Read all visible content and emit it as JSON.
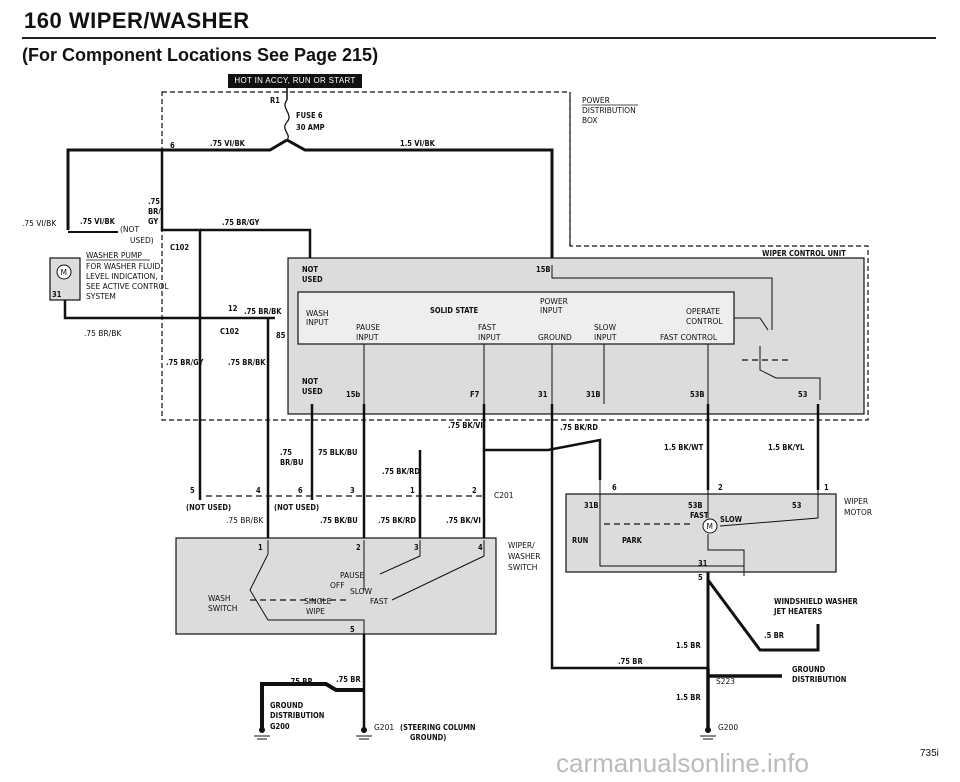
{
  "header": {
    "title": "160  WIPER/WASHER",
    "subtitle": "(For Component Locations See Page 215)",
    "banner": "HOT IN ACCY, RUN OR START"
  },
  "power_box": {
    "label_1": "POWER",
    "label_2": "DISTRIBUTION",
    "label_3": "BOX",
    "r1": "R1",
    "fuse": "FUSE 6",
    "fuse_amp": "30 AMP"
  },
  "wires": {
    "w_vibk_075": ".75 VI/BK",
    "w_vibk_15": "1.5 VI/BK",
    "w_vibk_left": ".75 VI/BK",
    "w_vibk_left2": ".75 VI/BK",
    "w_br_gy_1": ".75",
    "w_br_gy_2": "BR/",
    "w_br_gy_3": "GY",
    "not_used_1": "(NOT",
    "not_used_2": "USED)",
    "w_brgy_top": ".75 BR/GY",
    "c102_a": "C102",
    "c102_b": "C102",
    "w_brbk_12": ".75 BR/BK",
    "w_br_left": ".75 BR/BK",
    "w_brgy_left": ".75 BR/GY",
    "w_brbk_mid": ".75 BR/BK",
    "pin12": "12",
    "pin85": "85",
    "w_bkvi": ".75 BK/VI",
    "w_bkrd": ".75 BK/RD",
    "w_075": ".75",
    "w_brbu": "BR/BU",
    "w_blkbu": "75 BLK/BU",
    "w_bkrd2": ".75 BK/RD",
    "w_bkwt": "1.5 BK/WT",
    "w_bkyl": "1.5 BK/YL",
    "c201": "C201",
    "w_brbk_sw": ".75 BR/BK",
    "w_bkbu_sw": ".75 BK/BU",
    "w_bkrd_sw": ".75 BK/RD",
    "w_bkvi_sw": ".75 BK/VI",
    "w_br_g1": ".75 BR",
    "w_br_g2": ".75 BR",
    "w_br_bot": ".75 BR",
    "w_br_15a": "1.5 BR",
    "w_br_15b": "1.5 BR",
    "w_br_05": ".5 BR"
  },
  "washer_pump": {
    "title": "WASHER PUMP",
    "line1": "FOR WASHER FLUID",
    "line2": "LEVEL INDICATION,",
    "line3": "SEE ACTIVE CONTROL",
    "line4": "SYSTEM",
    "motor": "M",
    "pin31": "31"
  },
  "control_unit": {
    "title": "WIPER CONTROL UNIT",
    "not_used": "NOT",
    "used": "USED",
    "pin15b": "15B",
    "solid_state": "SOLID STATE",
    "power_input_1": "POWER",
    "power_input_2": "INPUT",
    "wash_input_1": "WASH",
    "wash_input_2": "INPUT",
    "pause_1": "PAUSE",
    "pause_2": "INPUT",
    "fast_1": "FAST",
    "fast_2": "INPUT",
    "ground": "GROUND",
    "slow_1": "SLOW",
    "slow_2": "INPUT",
    "operate_1": "OPERATE",
    "operate_2": "CONTROL",
    "fast_control": "FAST CONTROL",
    "not_used_b": "NOT",
    "used_b": "USED",
    "pin15b2": "15b",
    "pin_f7": "F7",
    "pin31": "31",
    "pin31b": "31B",
    "pin53b": "53B",
    "pin53": "53"
  },
  "wiper_switch": {
    "label_1": "WIPER/",
    "label_2": "WASHER",
    "label_3": "SWITCH",
    "not_used_a": "(NOT USED)",
    "not_used_b": "(NOT USED)",
    "p5": "5",
    "p4": "4",
    "p6": "6",
    "p3": "3",
    "p1": "1",
    "p2": "2",
    "s1": "1",
    "s2": "2",
    "s3": "3",
    "s4": "4",
    "s5": "5",
    "wash": "WASH",
    "switch": "SWITCH",
    "pause": "PAUSE",
    "off": "OFF",
    "slow": "SLOW",
    "single": "SINGLE",
    "wipe": "WIPE",
    "fast": "FAST"
  },
  "wiper_motor": {
    "label_1": "WIPER",
    "label_2": "MOTOR",
    "p6": "6",
    "p2": "2",
    "p1": "1",
    "p31b": "31B",
    "p53b": "53B",
    "p53": "53",
    "fast": "FAST",
    "slow": "SLOW",
    "run": "RUN",
    "park": "PARK",
    "motor": "M",
    "p31": "31",
    "p5": "5"
  },
  "heaters": {
    "line1": "WINDSHIELD WASHER",
    "line2": "JET HEATERS"
  },
  "grounds": {
    "gd_left_1": "GROUND",
    "gd_left_2": "DISTRIBUTION",
    "g200_left": "G200",
    "g201": "G201",
    "g201_desc_1": "(STEERING COLUMN",
    "g201_desc_2": "GROUND)",
    "gd_right_1": "GROUND",
    "gd_right_2": "DISTRIBUTION",
    "s223": "S223",
    "g200_right": "G200"
  },
  "footer": {
    "page_number": "735i",
    "watermark": "carmanualsonline.info"
  }
}
